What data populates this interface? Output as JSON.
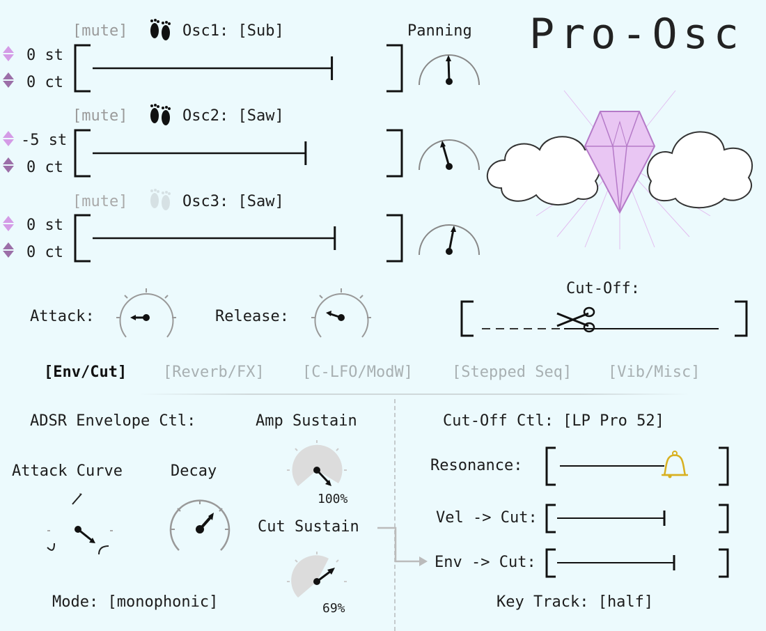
{
  "app": {
    "title": "Pro-Osc"
  },
  "oscillators": [
    {
      "mute_label": "[mute]",
      "name": "Osc1: [Sub]",
      "semitone": "0 st",
      "cents": "0 ct",
      "level": 0.82
    },
    {
      "mute_label": "[mute]",
      "name": "Osc2: [Saw]",
      "semitone": "-5 st",
      "cents": "0 ct",
      "level": 0.73
    },
    {
      "mute_label": "[mute]",
      "name": "Osc3: [Saw]",
      "semitone": "0 st",
      "cents": "0 ct",
      "level": 0.83
    }
  ],
  "panning": {
    "label": "Panning"
  },
  "attack": {
    "label": "Attack:"
  },
  "release": {
    "label": "Release:"
  },
  "cutoff": {
    "label": "Cut-Off:"
  },
  "tabs": [
    {
      "label": "[Env/Cut]",
      "active": true
    },
    {
      "label": "[Reverb/FX]",
      "active": false
    },
    {
      "label": "[C-LFO/ModW]",
      "active": false
    },
    {
      "label": "[Stepped Seq]",
      "active": false
    },
    {
      "label": "[Vib/Misc]",
      "active": false
    }
  ],
  "adsr": {
    "heading": "ADSR Envelope Ctl:",
    "attack_curve_label": "Attack Curve",
    "decay_label": "Decay",
    "mode_label": "Mode: [monophonic]"
  },
  "amp_sustain": {
    "label": "Amp Sustain",
    "value": "100%"
  },
  "cut_sustain": {
    "label": "Cut Sustain",
    "value": "69%"
  },
  "cutoff_ctl": {
    "heading": "Cut-Off Ctl:  [LP Pro 52]",
    "resonance_label": "Resonance:",
    "vel_label": "Vel -> Cut:",
    "env_label": "Env -> Cut:",
    "key_track_label": "Key Track: [half]"
  },
  "colors": {
    "background": "#ecfafd",
    "accent_purple": "#d49be6",
    "bell": "#d8b020"
  }
}
